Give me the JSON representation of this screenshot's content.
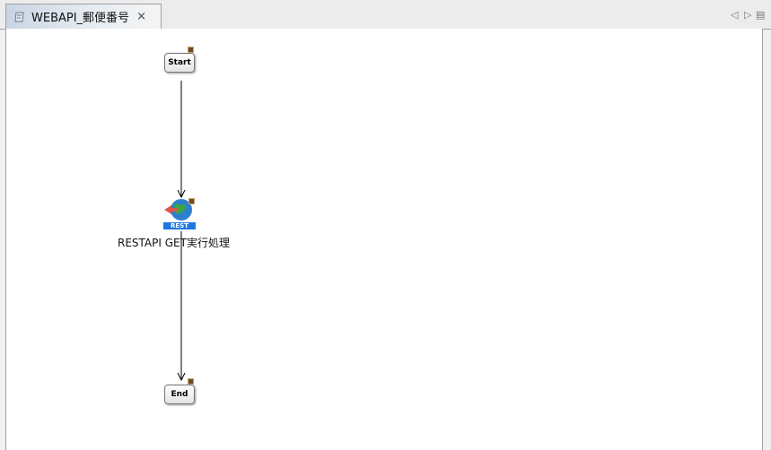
{
  "tab": {
    "title": "WEBAPI_郵便番号",
    "close": "×",
    "icon": "script-icon"
  },
  "controls": {
    "prev": "◁",
    "next": "▷",
    "menu": "▤"
  },
  "flow": {
    "start": "Start",
    "rest_badge": "REST",
    "rest_label": "RESTAPI GET実行処理",
    "end": "End"
  }
}
